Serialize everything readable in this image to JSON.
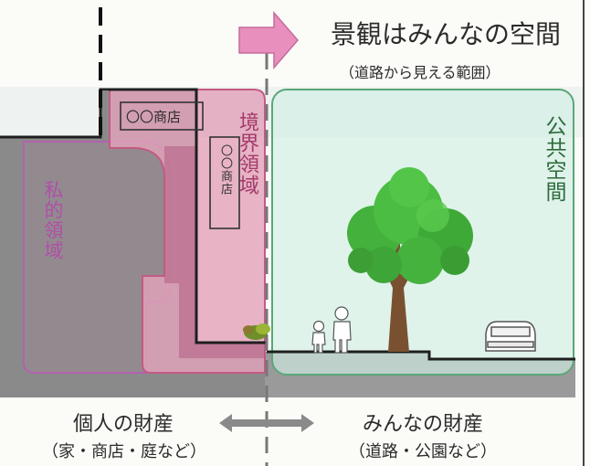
{
  "heading": {
    "title": "景観はみんなの空間",
    "subtitle": "（道路から見える範囲）"
  },
  "zones": {
    "private": "私的領域",
    "boundary": "境界領域",
    "public": "公共空間"
  },
  "signs": {
    "shop_horizontal": "〇〇商店",
    "shop_vertical": "〇〇商店"
  },
  "captions": {
    "left_title": "個人の財産",
    "left_detail": "（家・商店・庭など）",
    "right_title": "みんなの財産",
    "right_detail": "（道路・公園など）"
  },
  "colors": {
    "private": "#a23c9a",
    "boundary": "#c4577d",
    "public": "#3a6a45",
    "ground": "#8f8f8f",
    "tree": "#3fae3a",
    "arrow_pink": "#e58bb8"
  }
}
